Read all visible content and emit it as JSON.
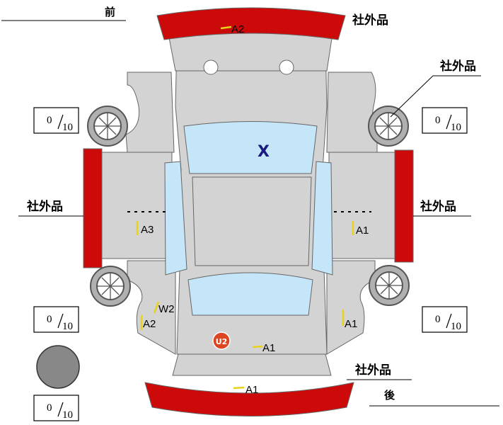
{
  "direction": {
    "front": "前",
    "rear": "後"
  },
  "parts_label": {
    "front_bumper": "社外品",
    "front_right_fender": "社外品",
    "left_side": "社外品",
    "right_side": "社外品",
    "rear_bumper": "社外品"
  },
  "tire_scores": {
    "front_left": {
      "value": "0",
      "max": "10"
    },
    "front_right": {
      "value": "0",
      "max": "10"
    },
    "rear_left": {
      "value": "0",
      "max": "10"
    },
    "rear_right": {
      "value": "0",
      "max": "10"
    },
    "spare": {
      "value": "0",
      "max": "10"
    }
  },
  "damage_codes": {
    "front_bumper": "A2",
    "windshield": "X",
    "left_rocker": "A3",
    "right_rocker": "A1",
    "left_rear_door": "W2",
    "left_quarter": "A2",
    "right_quarter": "A1",
    "trunk": "A1",
    "trunk_badge": "U2",
    "rear_bumper": "A1"
  },
  "colors": {
    "body": "#d3d3d3",
    "glass": "#c4e6f8",
    "aftermarket_part": "#cc0a0a",
    "badge": "#dd4422",
    "damage_mark": "#e8d21a",
    "x_mark": "#1a1a80"
  }
}
